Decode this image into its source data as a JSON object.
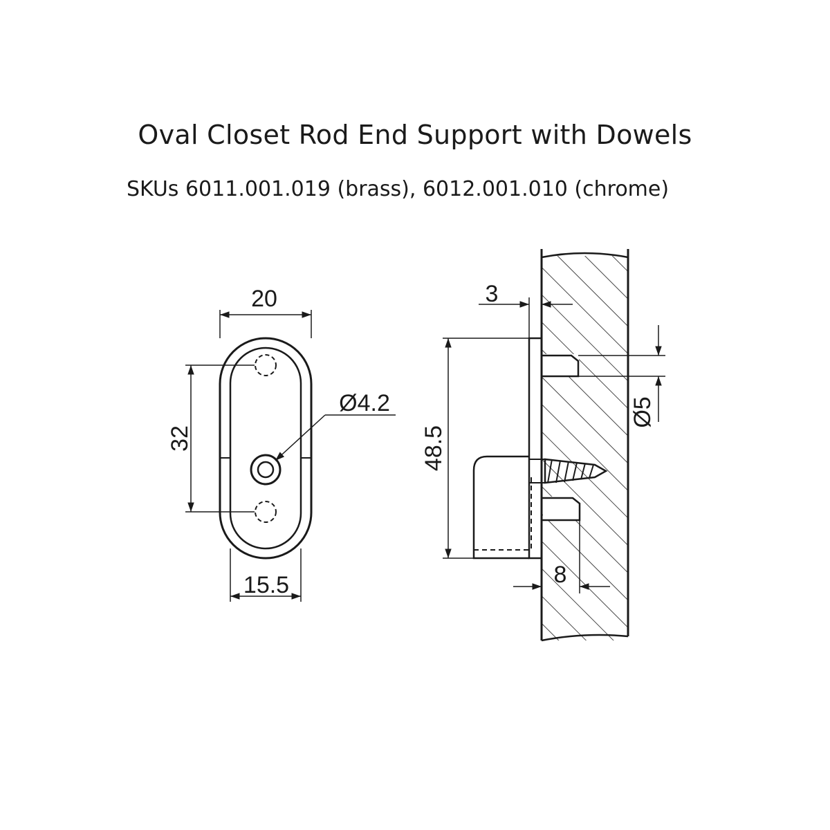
{
  "title": "Oval Closet Rod End Support with Dowels",
  "subtitle": "SKUs 6011.001.019 (brass), 6012.001.010 (chrome)",
  "front_view": {
    "width_label": "20",
    "hole_spacing_label": "32",
    "screw_hole_label": "Ø4.2",
    "inner_width_label": "15.5"
  },
  "side_view": {
    "thickness_label": "3",
    "height_label": "48.5",
    "dowel_diameter_label": "Ø5",
    "dowel_depth_label": "8"
  }
}
